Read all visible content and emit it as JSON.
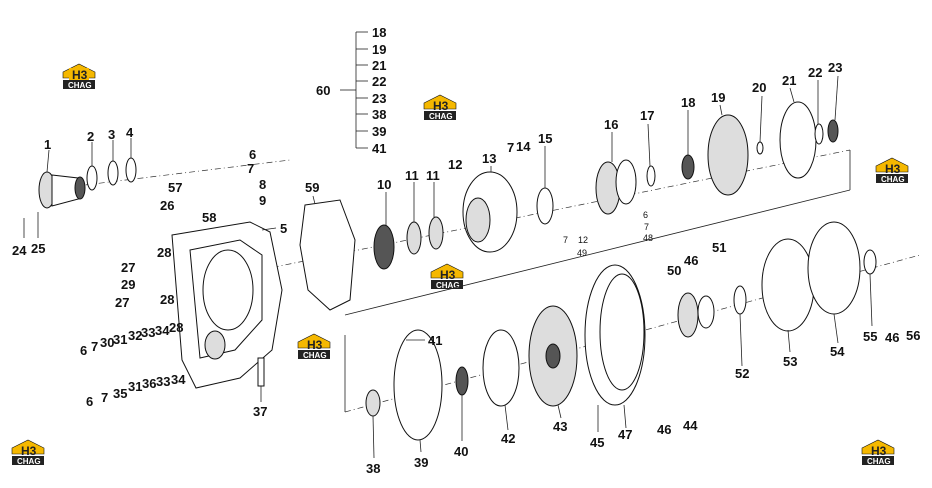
{
  "logo": {
    "mark": "H3",
    "caption": "CHAG"
  },
  "group_labels": {
    "main": "60",
    "members": [
      "18",
      "19",
      "21",
      "22",
      "23",
      "38",
      "39",
      "41"
    ]
  },
  "labels": {
    "l1": "1",
    "l2": "2",
    "l3": "3",
    "l4": "4",
    "l5": "5",
    "l6a": "6",
    "l7a": "7",
    "l8": "8",
    "l9": "9",
    "l10": "10",
    "l11a": "11",
    "l11b": "11",
    "l12": "12",
    "l13": "13",
    "l7b": "7",
    "l14": "14",
    "l15": "15",
    "l16": "16",
    "l17": "17",
    "l18": "18",
    "l19": "19",
    "l20": "20",
    "l21": "21",
    "l22": "22",
    "l23": "23",
    "l24": "24",
    "l25": "25",
    "l26": "26",
    "l27a": "27",
    "l27b": "27",
    "l28a": "28",
    "l28b": "28",
    "l29": "29",
    "l57": "57",
    "l58": "58",
    "l59": "59",
    "l6b": "6",
    "l7c": "7",
    "l30": "30",
    "l31a": "31",
    "l32": "32",
    "l33a": "33",
    "l34a": "34",
    "l28c": "28",
    "l6c": "6",
    "l7d": "7",
    "l35": "35",
    "l31b": "31",
    "l36": "36",
    "l33b": "33",
    "l34b": "34",
    "l37": "37",
    "l38": "38",
    "l39": "39",
    "l40": "40",
    "l41": "41",
    "l42": "42",
    "l43": "43",
    "l44": "44",
    "l45": "45",
    "l46a": "46",
    "l47": "47",
    "l46b": "46",
    "l46c": "46",
    "l50": "50",
    "l51": "51",
    "l52": "52",
    "l53": "53",
    "l54": "54",
    "l55": "55",
    "l56": "56",
    "s6": "6",
    "s7": "7",
    "s48": "48",
    "s49": "49",
    "s7b": "7",
    "s12": "12"
  }
}
